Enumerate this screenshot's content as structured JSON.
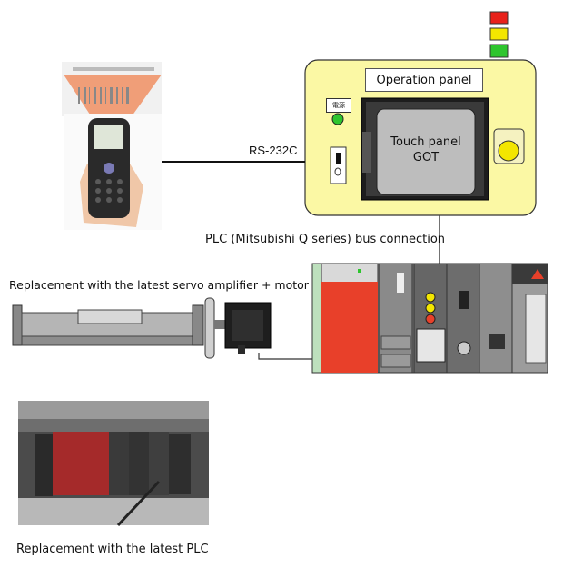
{
  "operation_panel": {
    "title": "Operation panel",
    "touch_panel_line1": "Touch panel",
    "touch_panel_line2": "GOT",
    "power_label": "電源"
  },
  "connections": {
    "rs232c": "RS-232C",
    "plc_bus": "PLC (Mitsubishi Q series) bus connection"
  },
  "captions": {
    "servo": "Replacement with the latest servo amplifier + motor",
    "plc": "Replacement with the latest PLC"
  },
  "colors": {
    "panel_fill": "#fbf8a4",
    "signal_red": "#e8211a",
    "signal_yellow": "#f3e600",
    "signal_green": "#2ec52e",
    "plc_red": "#e8402a"
  }
}
